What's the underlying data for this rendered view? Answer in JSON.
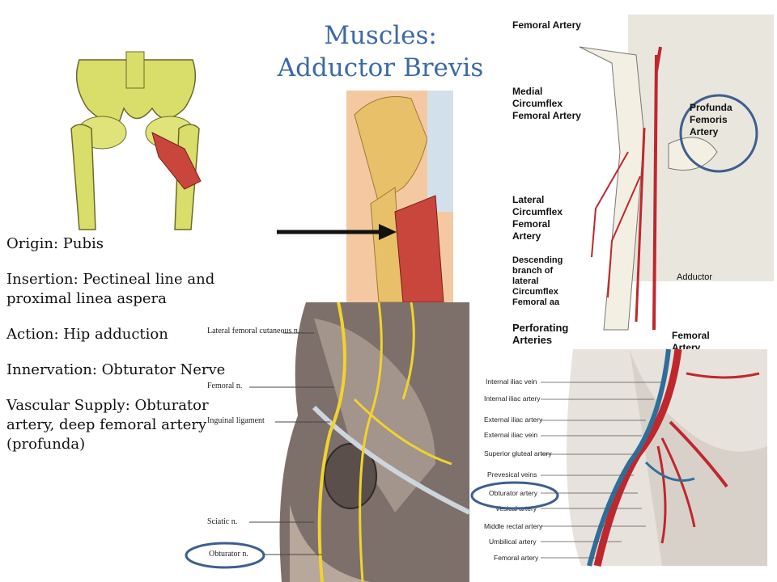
{
  "title": {
    "line1": "Muscles:",
    "line2": "Adductor Brevis"
  },
  "info": {
    "origin": "Origin: Pubis",
    "insertion": "Insertion: Pectineal line and proximal linea aspera",
    "action": "Action: Hip adduction",
    "innervation": "Innervation: Obturator Nerve",
    "vascular": "Vascular Supply: Obturator artery, deep femoral artery (profunda)"
  },
  "artery_figure": {
    "femoral_artery_top": "Femoral Artery",
    "medial_circumflex": "Medial\nCircumflex\nFemoral Artery",
    "profunda": "Profunda\nFemoris\nArtery",
    "lateral_circumflex": "Lateral\nCircumflex\nFemoral\nArtery",
    "descending_branch": "Descending\nbranch of\nlateral\nCircumflex\nFemoral aa",
    "perforating": "Perforating\nArteries",
    "adductor": "Adductor",
    "femoral_artery_bottom": "Femoral\nArtery"
  },
  "nerve_figure": {
    "lateral_femoral_cutaneous": "Lateral femoral cutaneous n.",
    "femoral": "Femoral n.",
    "inguinal_ligament": "Inguinal ligament",
    "sciatic": "Sciatic n.",
    "obturator": "Obturator n."
  },
  "pelvis_vessel_figure": {
    "labels": [
      "Internal iliac vein",
      "Internal iliac artery",
      "External iliac artery",
      "External iliac vein",
      "Superior gluteal artery",
      "Prevesical veins",
      "Obturator artery",
      "Vesical artery",
      "Middle rectal artery",
      "Umbilical artery",
      "Femoral artery"
    ]
  },
  "colors": {
    "title": "#3b6aa6",
    "circle": "#3d5f8f",
    "bone": "#d9dd6a",
    "muscle": "#c8463c",
    "artery": "#c0272d",
    "nerve": "#f2d22e"
  }
}
